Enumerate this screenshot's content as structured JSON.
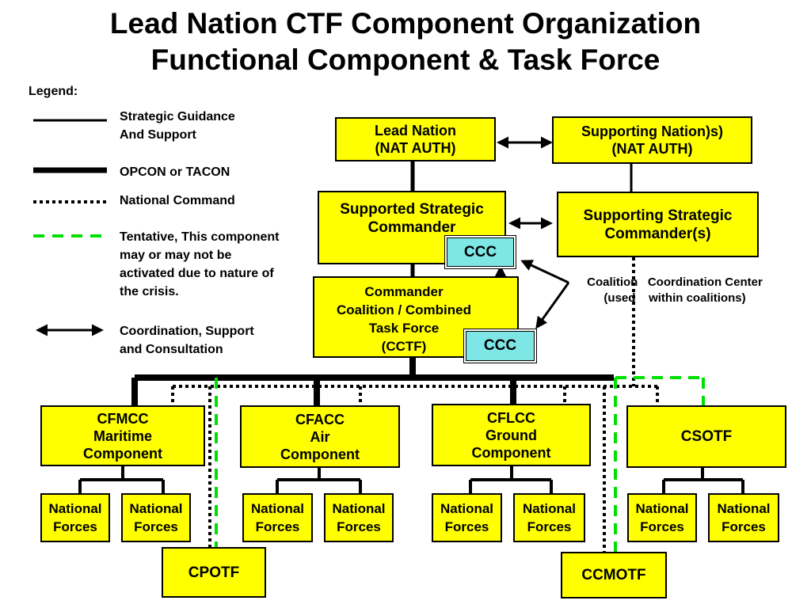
{
  "title": {
    "line1": "Lead Nation CTF Component Organization",
    "line2": "Functional Component & Task Force"
  },
  "legend": {
    "heading": "Legend:",
    "items": [
      {
        "style": "thin-solid",
        "lines": [
          "Strategic Guidance",
          "And Support"
        ]
      },
      {
        "style": "thick-solid",
        "lines": [
          "OPCON or TACON"
        ]
      },
      {
        "style": "dotted",
        "lines": [
          "National Command"
        ]
      },
      {
        "style": "dashed-green",
        "lines": [
          "Tentative, This component",
          "may or may not be",
          "activated due to nature of",
          "the crisis."
        ]
      },
      {
        "style": "double-arrow",
        "lines": [
          "Coordination, Support",
          "and Consultation"
        ]
      }
    ]
  },
  "nodes": {
    "lead_nation": [
      "Lead Nation",
      "(NAT AUTH)"
    ],
    "supporting_nations": [
      "Supporting Nation)s)",
      "(NAT AUTH)"
    ],
    "supported_strategic": [
      "Supported Strategic",
      "Commander"
    ],
    "supporting_strategic": [
      "Supporting Strategic",
      "Commander(s)"
    ],
    "cctf": [
      "Commander",
      "Coalition / Combined",
      "Task Force",
      "(CCTF)"
    ],
    "ccc_top": "CCC",
    "ccc_bottom": "CCC",
    "cfmcc": [
      "CFMCC",
      "Maritime",
      "Component"
    ],
    "cfacc": [
      "CFACC",
      "Air",
      "Component"
    ],
    "cflcc": [
      "CFLCC",
      "Ground",
      "Component"
    ],
    "csotf": [
      "CSOTF"
    ],
    "national_forces": [
      "National",
      "Forces"
    ],
    "cpotf": "CPOTF",
    "ccmotf": "CCMOTF"
  },
  "ccc_note": {
    "lines": [
      "Coalition   Coordination Center",
      "(used    within coalitions)"
    ]
  },
  "colors": {
    "box_fill": "#ffff00",
    "ccc_fill": "#7fe6e6",
    "tentative": "#00e000"
  }
}
